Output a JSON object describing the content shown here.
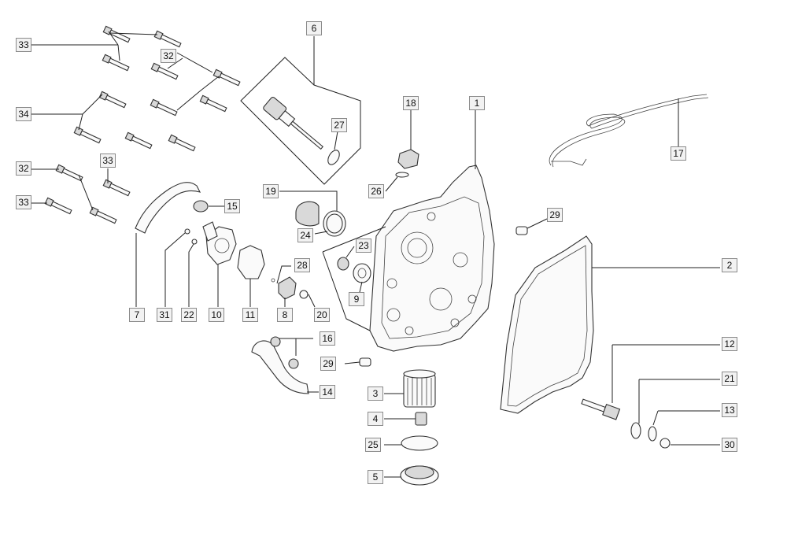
{
  "callouts": {
    "c1": "1",
    "c2": "2",
    "c3": "3",
    "c4": "4",
    "c5": "5",
    "c6": "6",
    "c7": "7",
    "c8": "8",
    "c9": "9",
    "c10": "10",
    "c11": "11",
    "c12": "12",
    "c13": "13",
    "c14": "14",
    "c15": "15",
    "c16": "16",
    "c17": "17",
    "c18": "18",
    "c19": "19",
    "c20": "20",
    "c21": "21",
    "c22": "22",
    "c23": "23",
    "c24": "24",
    "c25": "25",
    "c26": "26",
    "c27": "27",
    "c28": "28",
    "c29a": "29",
    "c29b": "29",
    "c30": "30",
    "c31": "31",
    "c32a": "32",
    "c32b": "32",
    "c33a": "33",
    "c33b": "33",
    "c33c": "33",
    "c34": "34"
  }
}
